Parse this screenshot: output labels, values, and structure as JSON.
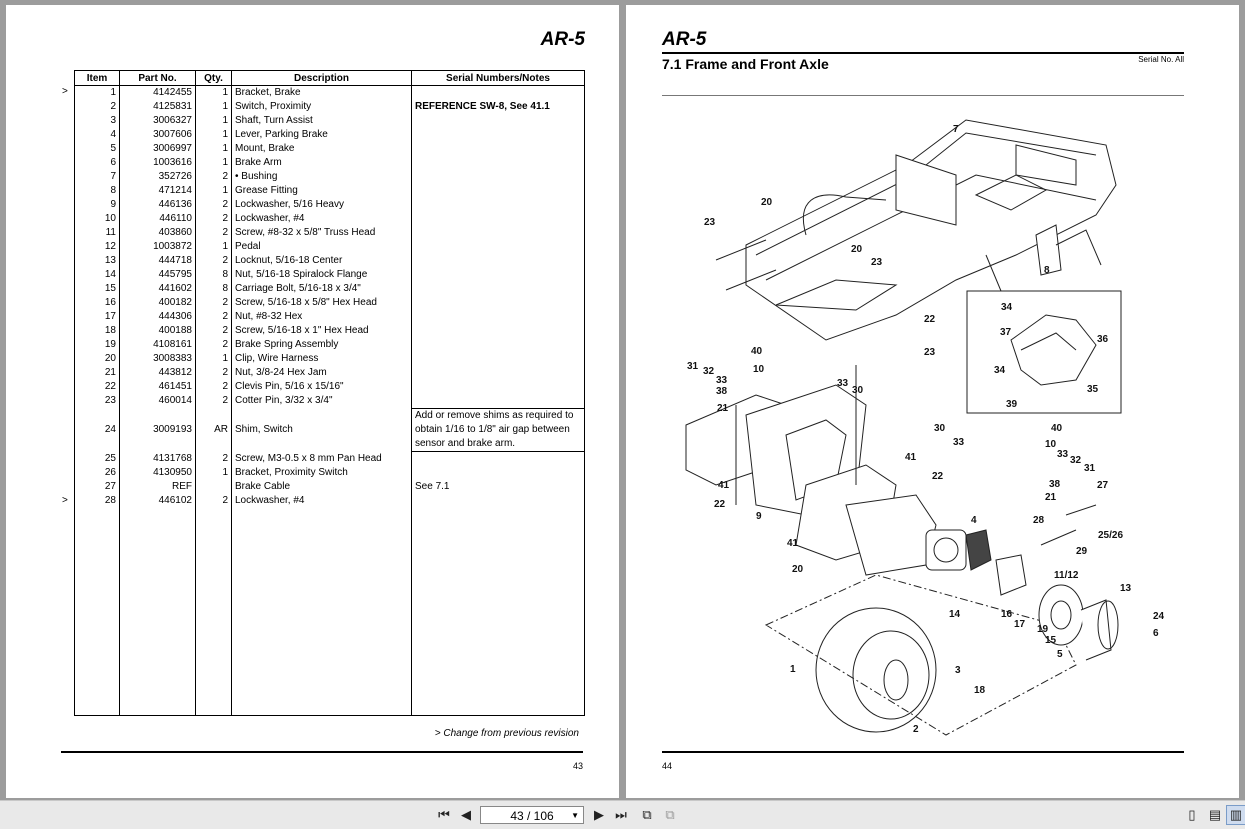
{
  "left_page": {
    "code": "AR-5",
    "page_number": "43",
    "footnote": "> Change from previous revision",
    "change_marker": ">",
    "table": {
      "headers": [
        "Item",
        "Part No.",
        "Qty.",
        "Description",
        "Serial Numbers/Notes"
      ],
      "rows": [
        {
          "item": "1",
          "part": "4142455",
          "qty": "1",
          "desc": "Bracket, Brake",
          "notes": "",
          "changed": true
        },
        {
          "item": "2",
          "part": "4125831",
          "qty": "1",
          "desc": "Switch, Proximity",
          "notes": "REFERENCE SW-8, See 41.1"
        },
        {
          "item": "3",
          "part": "3006327",
          "qty": "1",
          "desc": "Shaft, Turn Assist",
          "notes": ""
        },
        {
          "item": "4",
          "part": "3007606",
          "qty": "1",
          "desc": "Lever, Parking Brake",
          "notes": ""
        },
        {
          "item": "5",
          "part": "3006997",
          "qty": "1",
          "desc": "Mount, Brake",
          "notes": ""
        },
        {
          "item": "6",
          "part": "1003616",
          "qty": "1",
          "desc": "Brake Arm",
          "notes": ""
        },
        {
          "item": "7",
          "part": "352726",
          "qty": "2",
          "desc": "•   Bushing",
          "notes": ""
        },
        {
          "item": "8",
          "part": "471214",
          "qty": "1",
          "desc": "Grease Fitting",
          "notes": ""
        },
        {
          "item": "9",
          "part": "446136",
          "qty": "2",
          "desc": "Lockwasher, 5/16 Heavy",
          "notes": ""
        },
        {
          "item": "10",
          "part": "446110",
          "qty": "2",
          "desc": "Lockwasher, #4",
          "notes": ""
        },
        {
          "item": "11",
          "part": "403860",
          "qty": "2",
          "desc": "Screw, #8-32 x 5/8\" Truss Head",
          "notes": ""
        },
        {
          "item": "12",
          "part": "1003872",
          "qty": "1",
          "desc": "Pedal",
          "notes": ""
        },
        {
          "item": "13",
          "part": "444718",
          "qty": "2",
          "desc": "Locknut, 5/16-18 Center",
          "notes": ""
        },
        {
          "item": "14",
          "part": "445795",
          "qty": "8",
          "desc": "Nut, 5/16-18 Spiralock Flange",
          "notes": ""
        },
        {
          "item": "15",
          "part": "441602",
          "qty": "8",
          "desc": "Carriage Bolt, 5/16-18 x 3/4\"",
          "notes": ""
        },
        {
          "item": "16",
          "part": "400182",
          "qty": "2",
          "desc": "Screw, 5/16-18 x 5/8\" Hex Head",
          "notes": ""
        },
        {
          "item": "17",
          "part": "444306",
          "qty": "2",
          "desc": "Nut, #8-32 Hex",
          "notes": ""
        },
        {
          "item": "18",
          "part": "400188",
          "qty": "2",
          "desc": "Screw, 5/16-18 x 1\" Hex Head",
          "notes": ""
        },
        {
          "item": "19",
          "part": "4108161",
          "qty": "2",
          "desc": "Brake Spring Assembly",
          "notes": ""
        },
        {
          "item": "20",
          "part": "3008383",
          "qty": "1",
          "desc": "Clip, Wire Harness",
          "notes": ""
        },
        {
          "item": "21",
          "part": "443812",
          "qty": "2",
          "desc": "Nut, 3/8-24 Hex Jam",
          "notes": ""
        },
        {
          "item": "22",
          "part": "461451",
          "qty": "2",
          "desc": "Clevis Pin, 5/16 x 15/16\"",
          "notes": ""
        },
        {
          "item": "23",
          "part": "460014",
          "qty": "2",
          "desc": "Cotter Pin, 3/32 x 3/4\"",
          "notes": ""
        },
        {
          "item": "24",
          "part": "3009193",
          "qty": "AR",
          "desc": "Shim, Switch",
          "notes": "Add or remove shims as required to obtain 1/16 to 1/8\" air gap between sensor and brake arm."
        },
        {
          "item": "25",
          "part": "4131768",
          "qty": "2",
          "desc": "Screw, M3-0.5 x 8 mm Pan Head",
          "notes": ""
        },
        {
          "item": "26",
          "part": "4130950",
          "qty": "1",
          "desc": "Bracket, Proximity Switch",
          "notes": ""
        },
        {
          "item": "27",
          "part": "REF",
          "qty": "",
          "desc": "Brake Cable",
          "notes": "See 7.1"
        },
        {
          "item": "28",
          "part": "446102",
          "qty": "2",
          "desc": "Lockwasher, #4",
          "notes": "",
          "changed": true
        }
      ]
    }
  },
  "right_page": {
    "code": "AR-5",
    "section_title": "7.1 Frame and Front Axle",
    "serial": "Serial No. All",
    "page_number": "44",
    "callouts": [
      "7",
      "20",
      "23",
      "20",
      "23",
      "8",
      "22",
      "23",
      "34",
      "37",
      "36",
      "34",
      "35",
      "39",
      "40",
      "10",
      "31",
      "32",
      "33",
      "38",
      "21",
      "33",
      "30",
      "30",
      "33",
      "40",
      "10",
      "33",
      "32",
      "31",
      "38",
      "21",
      "27",
      "41",
      "22",
      "41",
      "22",
      "9",
      "4",
      "28",
      "25/26",
      "29",
      "41",
      "20",
      "11/12",
      "14",
      "13",
      "24",
      "16",
      "17",
      "19",
      "15",
      "6",
      "5",
      "1",
      "3",
      "18",
      "2"
    ]
  },
  "toolbar": {
    "page_indicator": "43 / 106",
    "icons": [
      "first-page-icon",
      "prev-page-icon",
      "next-page-icon",
      "last-page-icon",
      "rotate-icon",
      "rotate-alt-icon",
      "single-page-icon",
      "continuous-page-icon",
      "facing-page-icon"
    ]
  }
}
